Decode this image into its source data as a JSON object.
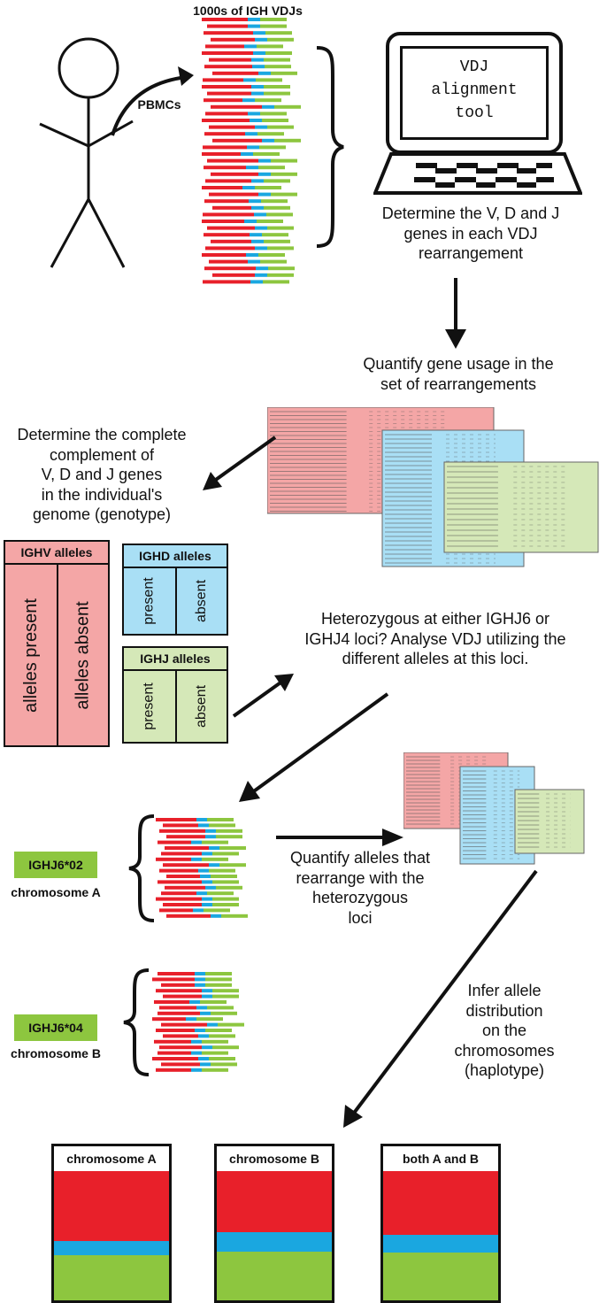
{
  "header": {
    "title": "1000s of IGH VDJs"
  },
  "labels": {
    "pbmcs": "PBMCs",
    "monitor_text": [
      "VDJ",
      "alignment",
      "tool"
    ],
    "determine_vdj": [
      "Determine the V, D and J",
      "genes in each VDJ",
      "rearrangement"
    ],
    "quantify_usage": [
      "Quantify gene usage in the",
      "set of rearrangements"
    ],
    "genotype": [
      "Determine the complete",
      "complement of",
      "V, D and J genes",
      "in the individual's",
      "genome (genotype)"
    ],
    "heterozygous": [
      "Heterozygous at either IGHJ6 or",
      "IGHJ4 loci? Analyse VDJ utilizing the",
      "different alleles at this loci."
    ],
    "quantify_alleles": [
      "Quantify alleles that",
      "rearrange with the",
      "heterozygous",
      "loci"
    ],
    "infer": [
      "Infer allele",
      "distribution",
      "on the",
      "chromosomes",
      "(haplotype)"
    ]
  },
  "allele_boxes": {
    "ighv": {
      "title": "IGHV alleles",
      "left": "alleles present",
      "right": "alleles absent",
      "color": "#f4a6a6"
    },
    "ighd": {
      "title": "IGHD alleles",
      "left": "present",
      "right": "absent",
      "color": "#a9dff5"
    },
    "ighj": {
      "title": "IGHJ alleles",
      "left": "present",
      "right": "absent",
      "color": "#d5e8b8"
    }
  },
  "chromosome_tags": [
    {
      "tag": "IGHJ6*02",
      "label": "chromosome A"
    },
    {
      "tag": "IGHJ6*04",
      "label": "chromosome B"
    }
  ],
  "chromosome_boxes": [
    {
      "title": "chromosome A"
    },
    {
      "title": "chromosome B"
    },
    {
      "title": "both A and B"
    }
  ],
  "colors": {
    "v_gene": "#e8202a",
    "d_gene": "#1aa7e0",
    "j_gene": "#8dc63f",
    "table_red": "#f4a6a6",
    "table_blue": "#a9dff5",
    "table_green": "#d5e8b8"
  }
}
